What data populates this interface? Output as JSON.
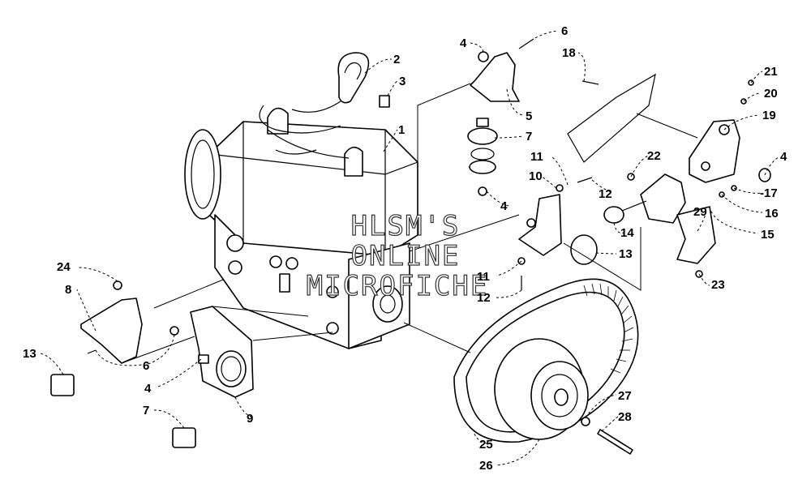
{
  "watermark": {
    "line1": "HLSM'S",
    "line2": "ONLINE",
    "line3": "MICROFICHE"
  },
  "callouts": [
    {
      "id": "1",
      "label": "1"
    },
    {
      "id": "2",
      "label": "2"
    },
    {
      "id": "3",
      "label": "3"
    },
    {
      "id": "4a",
      "label": "4"
    },
    {
      "id": "4b",
      "label": "4"
    },
    {
      "id": "4c",
      "label": "4"
    },
    {
      "id": "4d",
      "label": "4"
    },
    {
      "id": "5",
      "label": "5"
    },
    {
      "id": "6a",
      "label": "6"
    },
    {
      "id": "6b",
      "label": "6"
    },
    {
      "id": "7a",
      "label": "7"
    },
    {
      "id": "7b",
      "label": "7"
    },
    {
      "id": "8",
      "label": "8"
    },
    {
      "id": "9",
      "label": "9"
    },
    {
      "id": "10",
      "label": "10"
    },
    {
      "id": "11a",
      "label": "11"
    },
    {
      "id": "11b",
      "label": "11"
    },
    {
      "id": "12a",
      "label": "12"
    },
    {
      "id": "12b",
      "label": "12"
    },
    {
      "id": "13a",
      "label": "13"
    },
    {
      "id": "13b",
      "label": "13"
    },
    {
      "id": "14",
      "label": "14"
    },
    {
      "id": "15",
      "label": "15"
    },
    {
      "id": "16",
      "label": "16"
    },
    {
      "id": "17",
      "label": "-17"
    },
    {
      "id": "18",
      "label": "18"
    },
    {
      "id": "19",
      "label": "19"
    },
    {
      "id": "20",
      "label": "20"
    },
    {
      "id": "21",
      "label": "21"
    },
    {
      "id": "22",
      "label": "22"
    },
    {
      "id": "23",
      "label": "23"
    },
    {
      "id": "24",
      "label": "24"
    },
    {
      "id": "25",
      "label": "25"
    },
    {
      "id": "26",
      "label": "26"
    },
    {
      "id": "27",
      "label": "27"
    },
    {
      "id": "28",
      "label": "28"
    },
    {
      "id": "29",
      "label": "29"
    }
  ]
}
